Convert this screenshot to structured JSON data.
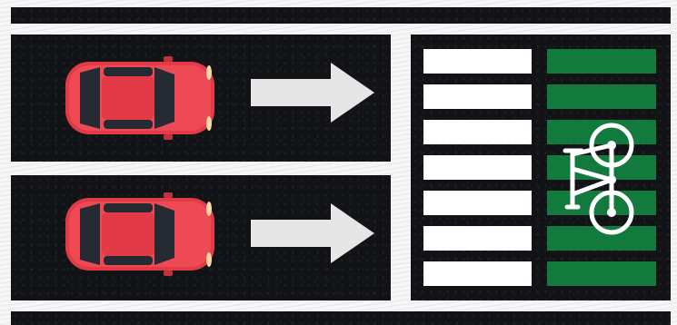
{
  "scene": {
    "lanes": [
      {
        "car": "red-car",
        "direction": "right-arrow"
      },
      {
        "car": "red-car",
        "direction": "right-arrow"
      }
    ],
    "crosswalk": {
      "white_stripes": 7,
      "green_stripes": 7,
      "symbol": "bicycle-icon"
    }
  },
  "colors": {
    "asphalt": "#111316",
    "car_body": "#e33a47",
    "car_glass": "#262b33",
    "arrow": "#e6e6e6",
    "crosswalk_white": "#ffffff",
    "bike_lane_green": "#117a3c",
    "bike_symbol": "#ffffff"
  }
}
